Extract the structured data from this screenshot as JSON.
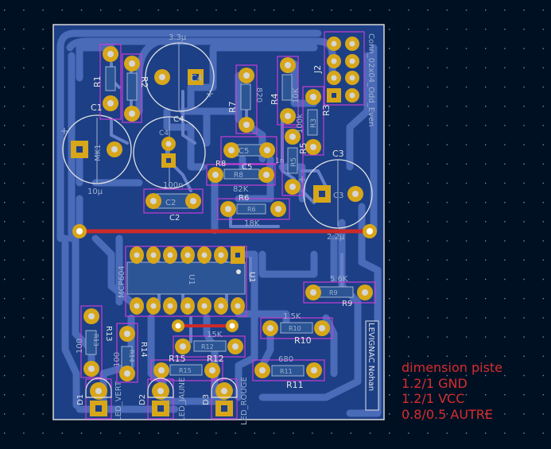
{
  "colors": {
    "background": "#001023",
    "grid_dot": "#7d8da0",
    "board_fill": "#1c3f86",
    "copper_track": "#4a6bb8",
    "track_light": "#6680c8",
    "pad": "#d7a619",
    "pad_hole": "#d6d6d6",
    "courtyard": "#c63fd6",
    "fab": "#9fb2cf",
    "silk": "#e3e3e3",
    "red_wire": "#cc2a2a",
    "note_text": "#d62d2d"
  },
  "labels": {
    "j2_name": "Conn_02x04_Odd_Even",
    "j2_ref": "J2",
    "c4_val": "3.3µ",
    "c4_ref": "C4",
    "c4_ref2": "C4",
    "c4_fab": "C4",
    "r1": "R1",
    "r2": "R2",
    "c1": "C1",
    "r7": "R7",
    "r7_val": "820",
    "r4": "R4",
    "r3": "R3",
    "r3_val": "10K",
    "r3_fab": "R3",
    "r3_val2": "100k",
    "r5": "R5",
    "r5_fab": "R5",
    "c5": "C5",
    "c5_fab": "C5",
    "c5_val": "1n",
    "r8": "R8",
    "r8_fab": "R8",
    "r8_val": "82K",
    "c3": "C3",
    "c3_fab": "C3",
    "c3_val": "2.2µ",
    "mk1": "MK1",
    "mk1_val": "10µ",
    "c2": "C2",
    "c2_fab": "C2",
    "c2_val": "100n",
    "r6": "R6",
    "r6_fab": "R6",
    "r6_val": "18K",
    "u1_fab": "U1",
    "u1_val": "MCP604",
    "u1_ref": "U1",
    "r9_val": "5.6K",
    "r9_fab": "R9",
    "r9": "R9",
    "r10_val": "1.5K",
    "r10_fab": "R10",
    "r10": "R10",
    "r11_val": "680",
    "r11_fab": "R11",
    "r11": "R11",
    "r12_val": "15K",
    "r12_fab": "R12",
    "r12": "R12",
    "r13": "R13",
    "r13_fab": "R13",
    "r13_val": "100",
    "r14": "R14",
    "r14_fab": "R14",
    "r14_val": "100",
    "r15": "R15",
    "r15_fab": "R15",
    "d1": "D1",
    "d1_name": "LED_VERT",
    "d2": "D2",
    "d2_name": "LED_JAUNE",
    "d3": "D3",
    "d3_name": "LED_ROUGE",
    "author": "LEVIGNAC Nohan"
  },
  "notes": {
    "line1": "dimension piste",
    "line2": "1.2/1 GND",
    "line3": "1.2/1 VCC",
    "line4": "0.8/0.5 AUTRE"
  }
}
